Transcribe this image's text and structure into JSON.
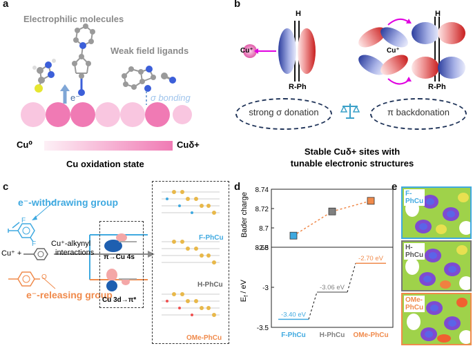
{
  "panels": {
    "a": {
      "label": "a",
      "electrophilic_text": "Electrophilic molecules",
      "weak_field_text": "Weak field ligands",
      "electron_label": "e⁻",
      "sigma_bonding_label": "σ bonding",
      "cu0_label": "Cu⁰",
      "cu_delta_label": "Cuδ+",
      "oxidation_state_label": "Cu oxidation state"
    },
    "b": {
      "label": "b",
      "h_label_left": "H",
      "h_label_right": "H",
      "rph_left": "R-Ph",
      "rph_right": "R-Ph",
      "cu_plus_left": "Cu⁺",
      "cu_plus_right": "Cu⁺",
      "sigma_donation": "strong σ donation",
      "pi_backdonation": "π backdonation",
      "caption_line1": "Stable Cuδ+ sites with",
      "caption_line2": "tunable electronic structures"
    },
    "c": {
      "label": "c",
      "withdrawing_group": "e⁻-withdrawing group",
      "releasing_group": "e⁻-releasing group",
      "cu_plus": "Cu⁺ +",
      "interaction_line1": "Cu⁺-alkynyl",
      "interaction_line2": "interactions",
      "orbital_top": "π→Cu 4s",
      "orbital_bottom": "Cu 3d→π*",
      "f_atom_top": "F",
      "f_atom_bottom": "F",
      "o_atom": "O",
      "struct_f": "F-PhCu",
      "struct_h": "H-PhCu",
      "struct_ome": "OMe-PhCu"
    },
    "d": {
      "label": "d",
      "top_ylabel": "Bader charge",
      "bottom_ylabel": "E",
      "bottom_ylabel_sub": "f",
      "bottom_ylabel_unit": " / eV",
      "energy_labels": [
        "-3.40 eV",
        "-3.06 eV",
        "-2.70 eV"
      ]
    },
    "e": {
      "label": "e",
      "panel_f_line1": "F-",
      "panel_f_line2": "PhCu",
      "panel_h_line1": "H-",
      "panel_h_line2": "PhCu",
      "panel_ome_line1": "OMe-",
      "panel_ome_line2": "PhCu"
    }
  },
  "colors": {
    "blue": "#3fa9e0",
    "grey": "#808080",
    "orange": "#f08a4b",
    "pink_dark": "#f07ab4",
    "pink_light": "#f9c6e0",
    "magenta_arrow": "#e000e0",
    "navy_dash": "#1f3358"
  },
  "chart_data": [
    {
      "type": "line",
      "ylabel": "Bader charge",
      "ylim": [
        8.68,
        8.74
      ],
      "yticks": [
        "8.68",
        "8.7",
        "8.72",
        "8.74"
      ],
      "categories": [
        "F-PhCu",
        "H-PhCu",
        "OMe-PhCu"
      ],
      "series": [
        {
          "values": [
            8.692,
            8.717,
            8.728
          ]
        }
      ]
    },
    {
      "type": "line",
      "ylabel": "Ef / eV",
      "ylim": [
        -3.5,
        -2.5
      ],
      "yticks": [
        "-3.5",
        "-3",
        "-2.5"
      ],
      "categories": [
        "F-PhCu",
        "H-PhCu",
        "OMe-PhCu"
      ],
      "series": [
        {
          "values": [
            -3.4,
            -3.06,
            -2.7
          ]
        }
      ]
    }
  ]
}
